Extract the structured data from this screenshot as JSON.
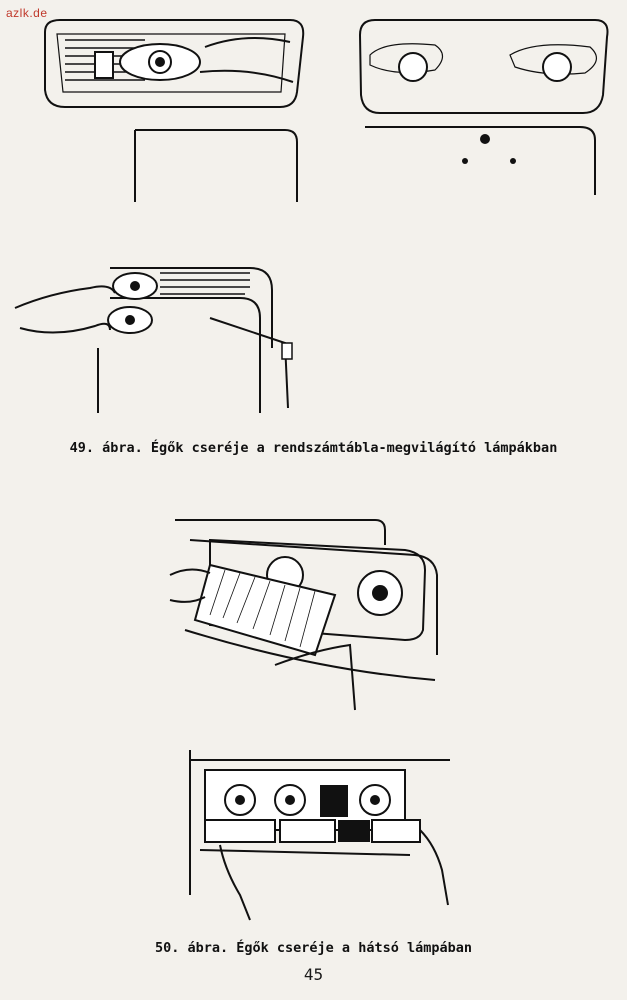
{
  "watermark": "azlk.de",
  "figures": [
    {
      "id": "fig49",
      "caption": "49. ábra. Égők cseréje a rendszámtábla-megvilágító lámpákban"
    },
    {
      "id": "fig50",
      "caption": "50. ábra. Égők cseréje a hátsó lámpában"
    }
  ],
  "page_number": "45",
  "icons": [
    "license-plate-lamp-illustration",
    "rear-lamp-illustration"
  ]
}
